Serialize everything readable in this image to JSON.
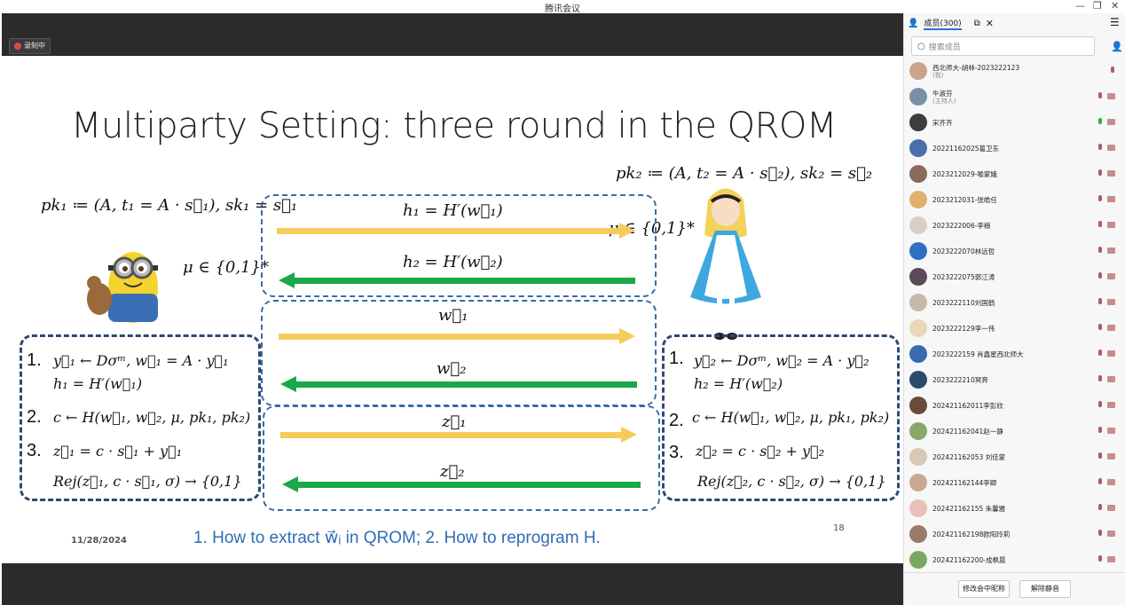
{
  "window": {
    "title": "腾讯会议",
    "minimize": "—",
    "restore": "❐",
    "close": "✕"
  },
  "recording": {
    "label": "录制中"
  },
  "slide": {
    "title": "Multiparty Setting: three round in the QROM",
    "left_key": "pk₁ ≔ (A, t₁ = A · s⃗₁), sk₁ = s⃗₁",
    "right_key": "pk₂ ≔ (A, t₂ = A · s⃗₂), sk₂ = s⃗₂",
    "mu_left": "μ ∈ {0,1}*",
    "mu_right": "μ ∈ {0,1}*",
    "h1_msg": "h₁ = H′(w⃗₁)",
    "h2_msg": "h₂ = H′(w⃗₂)",
    "w1_msg": "w⃗₁",
    "w2_msg": "w⃗₂",
    "z1_msg": "z⃗₁",
    "z2_msg": "z⃗₂",
    "left_steps": {
      "n1": "1.",
      "s1a": "y⃗₁ ← Dσᵐ, w⃗₁ = A · y⃗₁",
      "s1b": "h₁ = H′(w⃗₁)",
      "n2": "2.",
      "s2": "c ← H(w⃗₁, w⃗₂, μ, pk₁, pk₂)",
      "n3": "3.",
      "s3": "z⃗₁ = c · s⃗₁ + y⃗₁",
      "s4": "Rej(z⃗₁, c · s⃗₁, σ) → {0,1}"
    },
    "right_steps": {
      "n1": "1.",
      "s1a": "y⃗₂ ← Dσᵐ, w⃗₂ = A · y⃗₂",
      "s1b": "h₂ = H′(w⃗₂)",
      "n2": "2.",
      "s2": "c ← H(w⃗₁, w⃗₂, μ, pk₁, pk₂)",
      "n3": "3.",
      "s3": "z⃗₂ = c · s⃗₂ + y⃗₂",
      "s4": "Rej(z⃗₂, c · s⃗₂, σ) → {0,1}"
    },
    "date": "11/28/2024",
    "page": "18",
    "question": "1. How to extract w⃗ᵢ in QROM; 2. How to reprogram H."
  },
  "panel": {
    "tab_label": "成员(300)",
    "search_placeholder": "搜索成员",
    "members": [
      {
        "name": "西北师大-胡林-2023222123",
        "role": "(我)",
        "color": "#c9a48a"
      },
      {
        "name": "牛淑芬",
        "role": "(主持人)",
        "color": "#7a8fa8"
      },
      {
        "name": "宋齐齐",
        "role": "",
        "color": "#3d3d3d"
      },
      {
        "name": "20221162025葛卫东",
        "role": "",
        "color": "#4a6fa8"
      },
      {
        "name": "2023212029-喻蒙娥",
        "role": "",
        "color": "#8a6a5a"
      },
      {
        "name": "2023212031-张皓任",
        "role": "",
        "color": "#e0b070"
      },
      {
        "name": "2023222006-李楠",
        "role": "",
        "color": "#d8d0c8"
      },
      {
        "name": "2023222070林远哲",
        "role": "",
        "color": "#2f6fc0"
      },
      {
        "name": "2023222075郭江涛",
        "role": "",
        "color": "#5a4a5a"
      },
      {
        "name": "2023222110刘国鹤",
        "role": "",
        "color": "#c8b8a8"
      },
      {
        "name": "2023222129李一伟",
        "role": "",
        "color": "#e8d8b8"
      },
      {
        "name": "2023222159 肖鑫星西北师大",
        "role": "",
        "color": "#3a6ab0"
      },
      {
        "name": "2023222210冥奔",
        "role": "",
        "color": "#2a4a6a"
      },
      {
        "name": "202421162011李彭欣",
        "role": "",
        "color": "#6a4a3a"
      },
      {
        "name": "202421162041赵一静",
        "role": "",
        "color": "#8aa86a"
      },
      {
        "name": "202421162053 刘佳蒙",
        "role": "",
        "color": "#d8c8b8"
      },
      {
        "name": "202421162144李卿",
        "role": "",
        "color": "#c8a890"
      },
      {
        "name": "202421162155 朱馨雅",
        "role": "",
        "color": "#e8c0b8"
      },
      {
        "name": "202421162198欧阳玲莉",
        "role": "",
        "color": "#9a7a6a"
      },
      {
        "name": "202421162200-成枫晨",
        "role": "",
        "color": "#7aa860"
      }
    ],
    "rename_button": "修改会中昵称",
    "unmute_button": "解除静音"
  }
}
